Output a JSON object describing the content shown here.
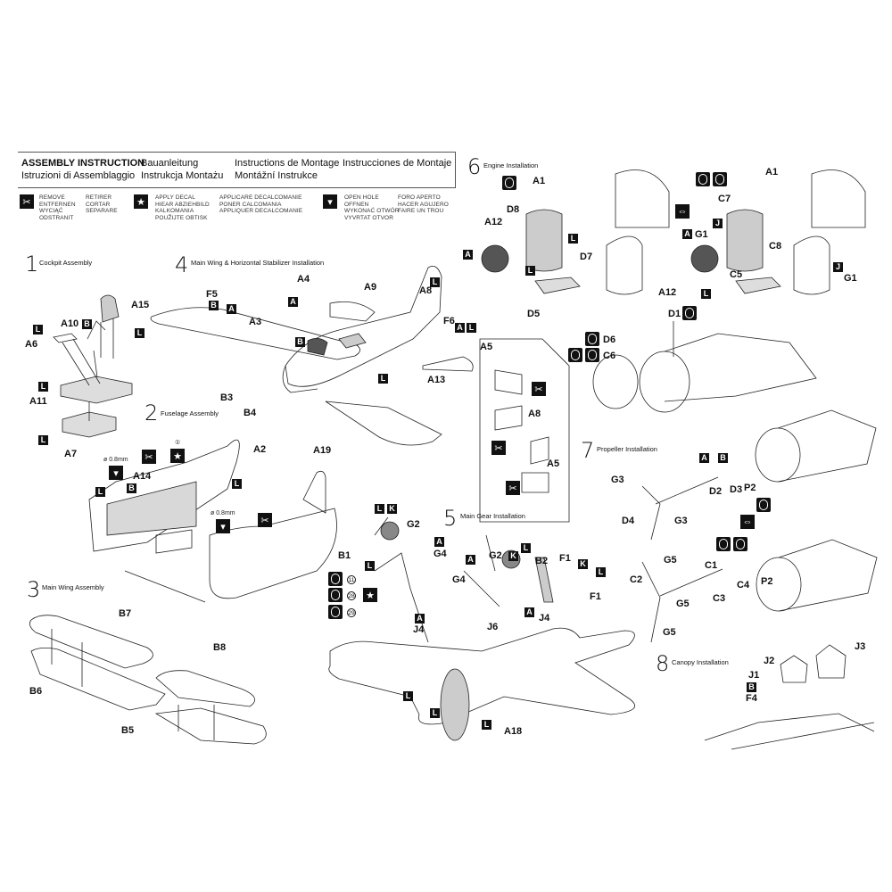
{
  "header": {
    "languages_row1": [
      "ASSEMBLY INSTRUCTION",
      "Bauanleitung",
      "Instructions de Montage",
      "Instrucciones de Montaje"
    ],
    "languages_row2": [
      "Istruzioni di Assemblaggio",
      "Instrukcja Montażu",
      "Montážní Instrukce"
    ]
  },
  "legend": {
    "remove": {
      "icon": "cut-remove-icon",
      "text_a": "REMOVE\nENTFERNEN\nWYCIĄĆ\nODSTRANIT",
      "text_b": "RETIRER\nCORTAR\nSEPARARE"
    },
    "decal": {
      "icon": "star-decal-icon",
      "text_a": "APPLY DECAL\nHIEAR ABZIEHBILD\nKALKOMANIA\nPOUŽIJTE OBTISK",
      "text_b": "APPLICARE DECALCOMANIE\nPONER CALCOMANIA\nAPPLIQUER DECALCOMANIE"
    },
    "hole": {
      "icon": "open-hole-icon",
      "text_a": "OPEN HOLE\nOFFNEN\nWYKONAĆ OTWÓR\nVYVRTAT OTVOR",
      "text_b": "FORO APERTO\nHACER AGUJERO\nFAIRE UN TROU"
    }
  },
  "steps": [
    {
      "number": "1",
      "title": "Cockpit Assembly",
      "parts": [
        "A15",
        "A10",
        "A6",
        "A11",
        "A7"
      ],
      "paint": [
        "L",
        "B",
        "L",
        "L",
        "L"
      ]
    },
    {
      "number": "2",
      "title": "Fuselage Assembly",
      "parts": [
        "A2",
        "A14",
        "A19"
      ],
      "notes": [
        "ø 0.8mm",
        "ø 0.8mm",
        "①"
      ],
      "paint": [
        "L",
        "B",
        "L"
      ]
    },
    {
      "number": "3",
      "title": "Main Wing Assembly",
      "parts": [
        "B7",
        "B6",
        "B8",
        "B5"
      ]
    },
    {
      "number": "4",
      "title": "Main Wing & Horizontal Stabilizer Installation",
      "parts": [
        "F5",
        "A3",
        "A4",
        "A9",
        "A8",
        "F6",
        "A5",
        "A13",
        "B3",
        "B4",
        "A8",
        "A5"
      ],
      "paint": [
        "B",
        "A",
        "A",
        "B",
        "L",
        "A",
        "L",
        "L"
      ]
    },
    {
      "number": "5",
      "title": "Main Gear Installation",
      "parts": [
        "B1",
        "G2",
        "G4",
        "G4",
        "G2",
        "B2",
        "F1",
        "F1",
        "J4",
        "J6",
        "J4",
        "A18"
      ],
      "paint": [
        "L",
        "K",
        "A",
        "L",
        "A",
        "K",
        "L",
        "K",
        "L",
        "A",
        "A",
        "L",
        "L",
        "L"
      ],
      "decals": [
        "11",
        "28",
        "29"
      ]
    },
    {
      "number": "6",
      "title": "Engine Installation",
      "parts": [
        "A1",
        "D8",
        "A12",
        "D7",
        "D5",
        "A1",
        "C7",
        "G1",
        "C8",
        "G1",
        "A12",
        "C5",
        "D1",
        "D6",
        "C6"
      ],
      "paint": [
        "A",
        "L",
        "L",
        "A",
        "J",
        "J",
        "L"
      ]
    },
    {
      "number": "7",
      "title": "Propeller Installation",
      "parts": [
        "G3",
        "D4",
        "G3",
        "D2",
        "D3",
        "P2",
        "G5",
        "C1",
        "C2",
        "G5",
        "C4",
        "C3",
        "P2",
        "G5"
      ],
      "paint": [
        "A",
        "B"
      ]
    },
    {
      "number": "8",
      "title": "Canopy Installation",
      "parts": [
        "J3",
        "J2",
        "J1",
        "F4"
      ],
      "paint": [
        "B"
      ]
    }
  ],
  "labels": {
    "step1": {
      "a15": "A15",
      "a10": "A10",
      "a6": "A6",
      "a11": "A11",
      "a7": "A7",
      "b": "B",
      "l1": "L",
      "l2": "L",
      "l3": "L",
      "l4": "L"
    },
    "step2": {
      "a2": "A2",
      "a14": "A14",
      "a19": "A19",
      "hole1": "ø 0.8mm",
      "hole2": "ø 0.8mm",
      "decal_no": "①",
      "b": "B",
      "l1": "L",
      "l2": "L"
    },
    "step3": {
      "b7": "B7",
      "b6": "B6",
      "b8": "B8",
      "b5": "B5"
    },
    "step4": {
      "f5": "F5",
      "a3": "A3",
      "a4": "A4",
      "a9": "A9",
      "a8": "A8",
      "f6": "F6",
      "a5": "A5",
      "a13": "A13",
      "b3": "B3",
      "b4": "B4",
      "a8b": "A8",
      "a5b": "A5",
      "b1": "B",
      "a1": "A",
      "a2": "A",
      "b2": "B",
      "l1": "L",
      "a3p": "A",
      "l2": "L",
      "l3": "L"
    },
    "step5": {
      "b1": "B1",
      "g2": "G2",
      "g4": "G4",
      "g4b": "G4",
      "g2b": "G2",
      "b2": "B2",
      "f1": "F1",
      "f1b": "F1",
      "j4": "J4",
      "j6": "J6",
      "j4b": "J4",
      "a18": "A18",
      "d11": "11",
      "d28": "28",
      "d29": "29",
      "l1": "L",
      "k1": "K",
      "a1": "A",
      "l2": "L",
      "a2": "A",
      "k2": "K",
      "l3": "L",
      "k3": "K",
      "l4": "L",
      "a3": "A",
      "a4": "A",
      "l5": "L",
      "l6": "L",
      "l7": "L"
    },
    "step6": {
      "a1": "A1",
      "d8": "D8",
      "a12": "A12",
      "d7": "D7",
      "d5": "D5",
      "a1b": "A1",
      "c7": "C7",
      "g1": "G1",
      "c8": "C8",
      "g1b": "G1",
      "a12b": "A12",
      "c5": "C5",
      "d1": "D1",
      "d6": "D6",
      "c6": "C6",
      "a": "A",
      "l1": "L",
      "l2": "L",
      "ab": "A",
      "j1": "J",
      "j2": "J",
      "l3": "L"
    },
    "step7": {
      "g3": "G3",
      "d4": "D4",
      "g3b": "G3",
      "d2": "D2",
      "d3": "D3",
      "p2": "P2",
      "g5": "G5",
      "c1": "C1",
      "c2": "C2",
      "g5b": "G5",
      "c4": "C4",
      "c3": "C3",
      "p2b": "P2",
      "g5c": "G5",
      "a": "A",
      "b": "B"
    },
    "step8": {
      "j3": "J3",
      "j2": "J2",
      "j1": "J1",
      "f4": "F4",
      "b": "B"
    }
  },
  "version_markers": {
    "v1": "1",
    "v2": "2",
    "v3": "3"
  }
}
